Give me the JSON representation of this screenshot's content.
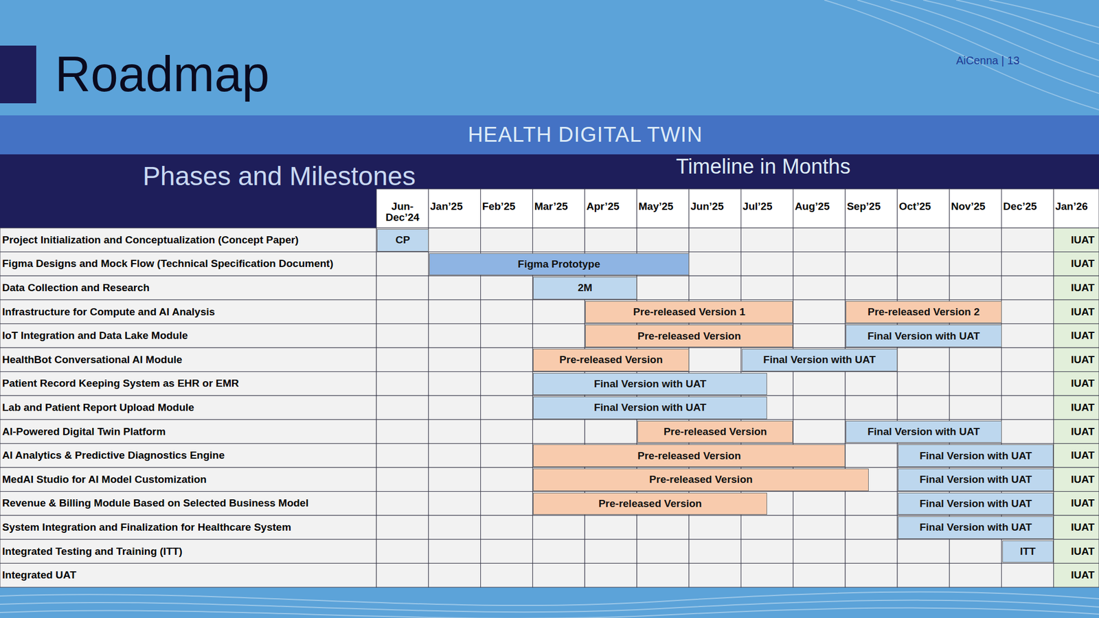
{
  "diagram": {
    "title": "Roadmap",
    "nodes": [
      {
        "text": [
          "CP"
        ]
      },
      {
        "text": [
          "Figma Prototype"
        ]
      },
      {
        "text": [
          "2M"
        ]
      },
      {
        "text": [
          "Pre-released Version 1"
        ]
      },
      {
        "text": [
          "Pre-released Version 2"
        ]
      },
      {
        "text": [
          "Pre-released Version"
        ]
      },
      {
        "text": [
          "Final Version with UAT"
        ]
      },
      {
        "text": [
          "Pre-released Version"
        ]
      },
      {
        "text": [
          "Final Version with UAT"
        ]
      },
      {
        "text": [
          "Final Version with UAT"
        ]
      },
      {
        "text": [
          "Final Version with UAT"
        ]
      },
      {
        "text": [
          "Pre-released Version"
        ]
      },
      {
        "text": [
          "Final Version with UAT"
        ]
      },
      {
        "text": [
          "Pre-released Version"
        ]
      },
      {
        "text": [
          "Final Version with UAT"
        ]
      },
      {
        "text": [
          "Pre-released Version"
        ]
      },
      {
        "text": [
          "Final Version with UAT"
        ]
      },
      {
        "text": [
          "Pre-released Version"
        ]
      },
      {
        "text": [
          "Final Version with UAT"
        ]
      },
      {
        "text": [
          "Final Version with UAT"
        ]
      },
      {
        "text": [
          "ITT"
        ]
      }
    ],
    "labels": [
      "AiCenna | 13",
      "HEALTH DIGITAL TWIN",
      "Phases and Milestones",
      "Timeline in Months",
      "Jun- Dec’24",
      "Jan’25",
      "Feb’25",
      "Mar’25",
      "Apr’25",
      "May’25",
      "Jun’25",
      "Jul’25",
      "Aug’25",
      "Sep’25",
      "Oct’25",
      "Nov’25",
      "Dec’25",
      "Jan’26",
      "Project Initialization and Conceptualization (Concept Paper)",
      "IUAT",
      "Figma Designs and Mock Flow (Technical Specification Document)",
      "IUAT",
      "Data Collection and Research",
      "IUAT",
      "Infrastructure for Compute and AI Analysis",
      "IUAT",
      "IoT Integration and Data Lake Module",
      "IUAT",
      "HealthBot Conversational AI Module",
      "IUAT",
      "Patient Record Keeping System as EHR or EMR",
      "IUAT",
      "Lab and Patient Report Upload Module",
      "IUAT",
      "AI-Powered Digital Twin Platform",
      "IUAT",
      "AI Analytics & Predictive Diagnostics Engine",
      "IUAT",
      "MedAI Studio for AI Model Customization",
      "IUAT",
      "Revenue & Billing Module Based on Selected Business Model",
      "IUAT",
      "System Integration and Finalization for Healthcare System",
      "IUAT",
      "Integrated Testing and Training (ITT)",
      "IUAT",
      "Integrated UAT",
      "IUAT"
    ]
  }
}
